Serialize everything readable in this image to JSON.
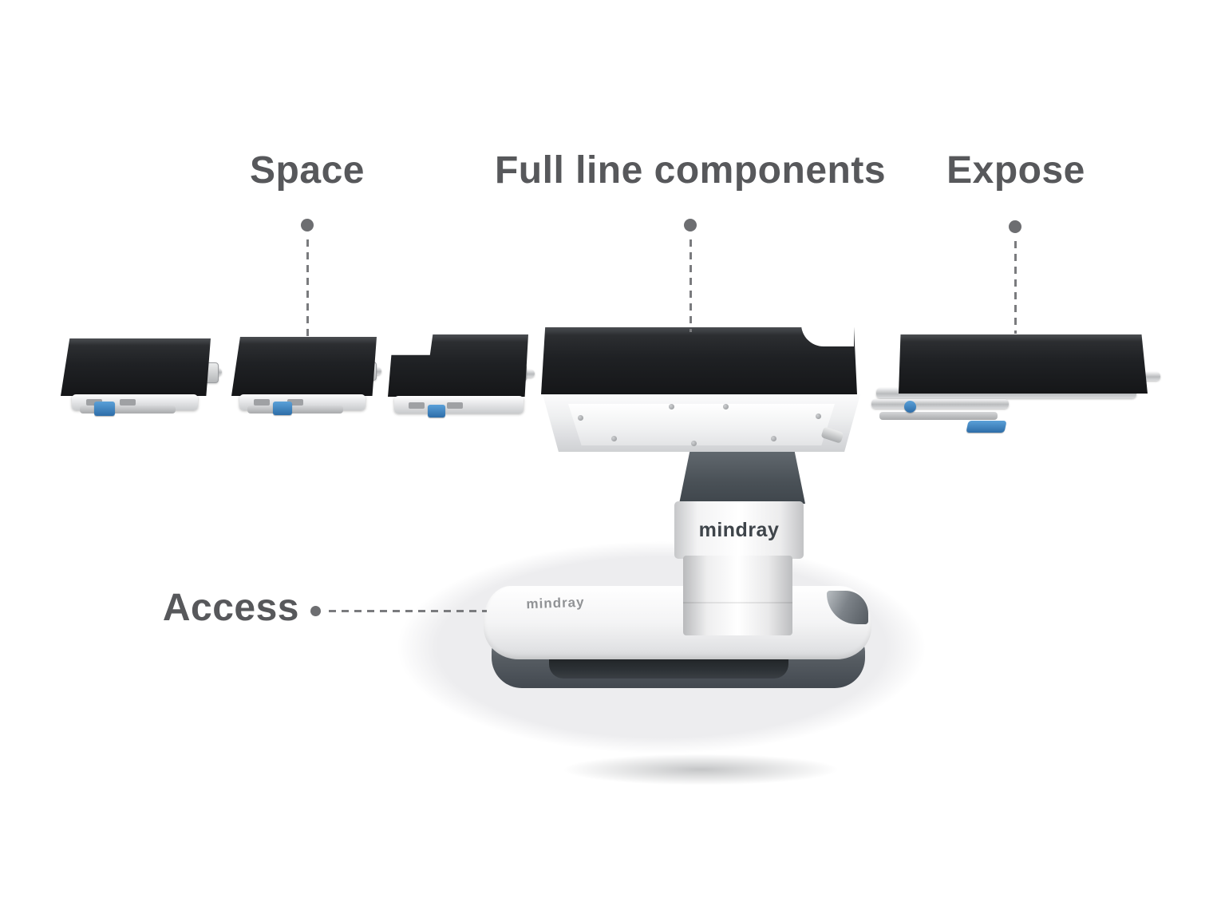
{
  "callouts": {
    "space": {
      "label": "Space"
    },
    "full_line": {
      "label": "Full line components"
    },
    "expose": {
      "label": "Expose"
    },
    "access": {
      "label": "Access"
    }
  },
  "brand": {
    "column_logo": "mindray",
    "base_logo": "mindray"
  },
  "colors": {
    "label_text": "#57585b",
    "callout_gray": "#6d6e71",
    "cushion_black": "#1b1d1f",
    "accent_blue": "#3b86c4",
    "metal_light": "#e8e9ea",
    "column_dark": "#4a5157",
    "floor_gray": "#ededef"
  }
}
